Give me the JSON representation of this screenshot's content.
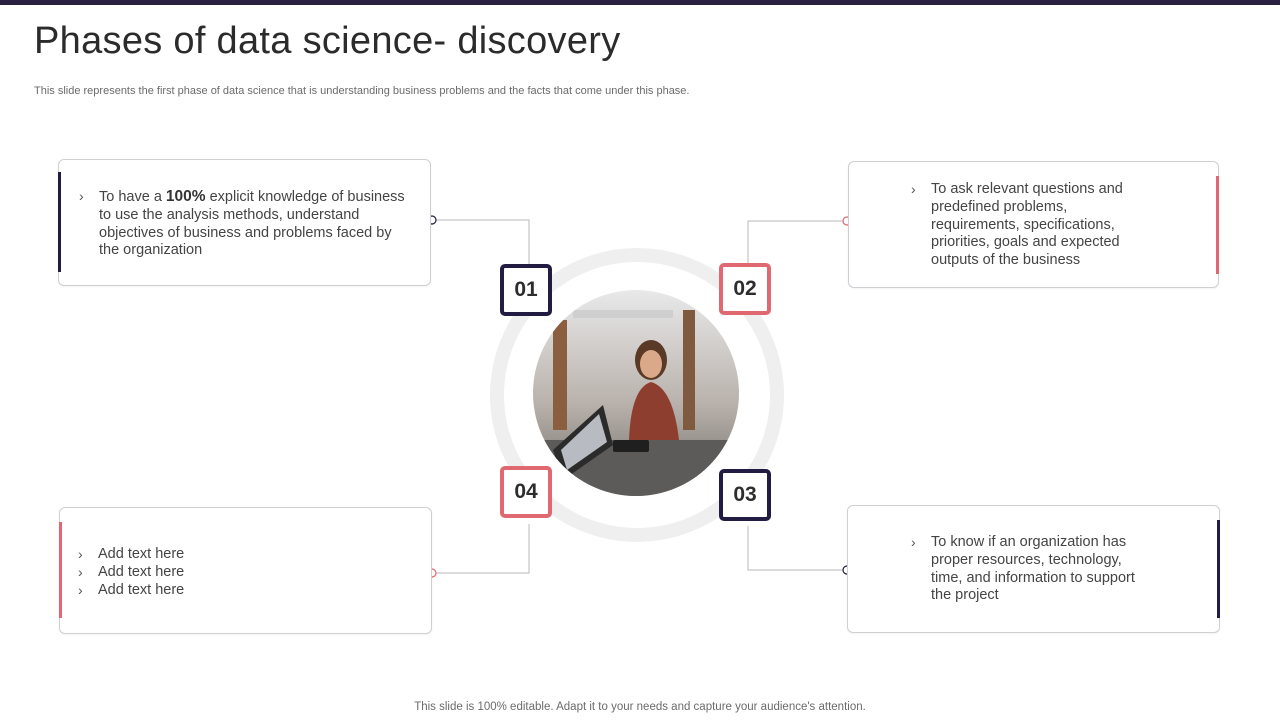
{
  "slide": {
    "title": "Phases of data science- discovery",
    "subtitle": "This slide represents the first phase of data science that is understanding business problems and the facts that come under this phase.",
    "footer": "This slide is 100% editable. Adapt it to your needs and capture your audience's attention."
  },
  "colors": {
    "dark": "#231c42",
    "pink": "#e06870",
    "ring": "#efefef"
  },
  "phases": [
    {
      "number": "01",
      "text_before": "To have a ",
      "text_bold": "100%",
      "text_after": " explicit knowledge of business to use the analysis methods, understand objectives of business and problems faced by the organization"
    },
    {
      "number": "02",
      "text": "To ask relevant questions and predefined problems, requirements, specifications, priorities, goals and expected outputs of the business"
    },
    {
      "number": "03",
      "text": "To know if an organization has proper resources, technology, time, and information to support the project"
    },
    {
      "number": "04",
      "items": [
        "Add text here",
        "Add text here",
        "Add text here"
      ]
    }
  ],
  "bullet_icon": "chevron-right-icon"
}
